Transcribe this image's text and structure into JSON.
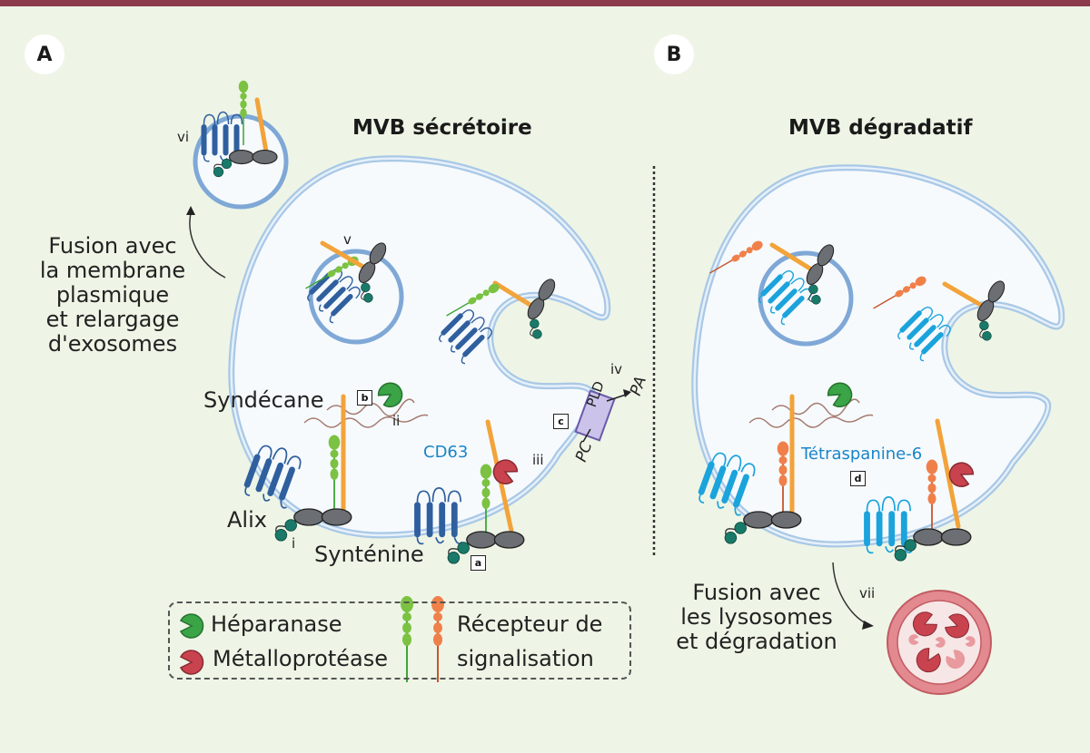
{
  "panels": {
    "a": {
      "badge": "A",
      "title": "MVB sécrétoire"
    },
    "b": {
      "badge": "B",
      "title": "MVB dégradatif"
    }
  },
  "labels": {
    "fusion_membrane": [
      "Fusion avec",
      "la membrane",
      "plasmique",
      "et relargage",
      "d'exosomes"
    ],
    "syndecane": "Syndécane",
    "alix": "Alix",
    "syntenine": "Synténine",
    "cd63": "CD63",
    "tetraspanine": "Tétraspanine-6",
    "pld": "PLD",
    "pa": "PA",
    "pc": "PC",
    "fusion_lysosomes": [
      "Fusion avec",
      "les lysosomes",
      "et dégradation"
    ]
  },
  "roman_markers": {
    "i": "i",
    "ii": "ii",
    "iii": "iii",
    "iv": "iv",
    "v": "v",
    "vi": "vi",
    "vii": "vii"
  },
  "boxed_markers": {
    "a": "a",
    "b": "b",
    "c": "c",
    "d": "d"
  },
  "legend": {
    "heparanase": "Héparanase",
    "metalloprotease": "Métalloprotéase",
    "receptor_line1": "Récepteur de",
    "receptor_line2": "signalisation"
  },
  "colors": {
    "topbar": "#8c3a4c",
    "background": "#eef5e6",
    "membrane": "#a9c8e6",
    "mvb_fill": "#f6fafd",
    "tetraspanin_dark": "#2f5f9e",
    "tetraspanin_light": "#1ba3dc",
    "syntenin": "#6b6e72",
    "alix": "#1a7a6a",
    "syndecan": "#f2a33a",
    "receptor_green": "#7cc242",
    "receptor_orange": "#f0804a",
    "heparanase": "#3aa447",
    "metalloprotease": "#c8434e",
    "lysosome": "#d97a80",
    "cd63_text": "#1a85c8"
  }
}
